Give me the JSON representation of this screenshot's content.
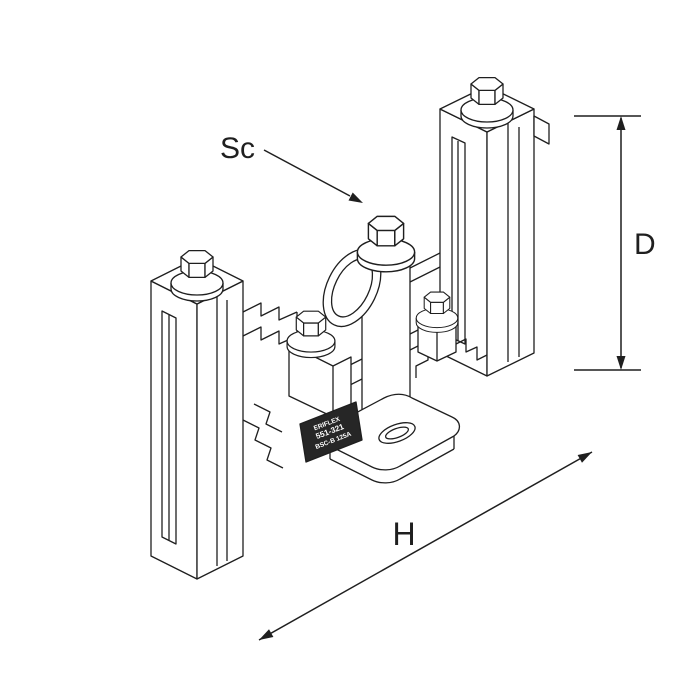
{
  "drawing": {
    "background": "#ffffff",
    "stroke_color": "#1f1f1f",
    "label_plate_color": "#262626"
  },
  "annotations": {
    "leader": "Sc",
    "vertical_dimension": "D",
    "horizontal_dimension": "H"
  },
  "part_label": {
    "line1": "ERIFLEX",
    "line2": "551-321",
    "line3": "BSC-B 125A"
  }
}
